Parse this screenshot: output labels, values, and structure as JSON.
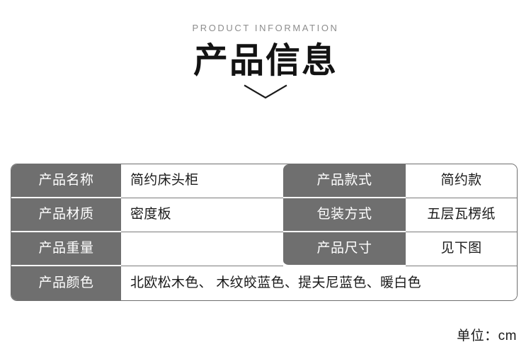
{
  "header": {
    "eyebrow": "PRODUCT INFORMATION",
    "title": "产品信息",
    "chevron_icon": "chevron-down-icon"
  },
  "spec_table": {
    "rows": [
      {
        "left_label": "产品名称",
        "left_value": "简约床头柜",
        "right_label": "产品款式",
        "right_value": "简约款"
      },
      {
        "left_label": "产品材质",
        "left_value": "密度板",
        "right_label": "包装方式",
        "right_value": "五层瓦楞纸"
      },
      {
        "left_label": "产品重量",
        "left_value": "",
        "right_label": "产品尺寸",
        "right_value": "见下图"
      },
      {
        "left_label": "产品颜色",
        "left_value": "北欧松木色、 木纹皎蓝色、提夫尼蓝色、暖白色"
      }
    ]
  },
  "footer": {
    "unit_note": "单位：cm"
  },
  "colors": {
    "label_background": "#6F6F6F",
    "label_text": "#FFFFFF",
    "border": "#6F6F6F",
    "page_background": "#FFFFFF",
    "eyebrow_text": "#8D8D8D",
    "body_text": "#1A1A1A"
  }
}
